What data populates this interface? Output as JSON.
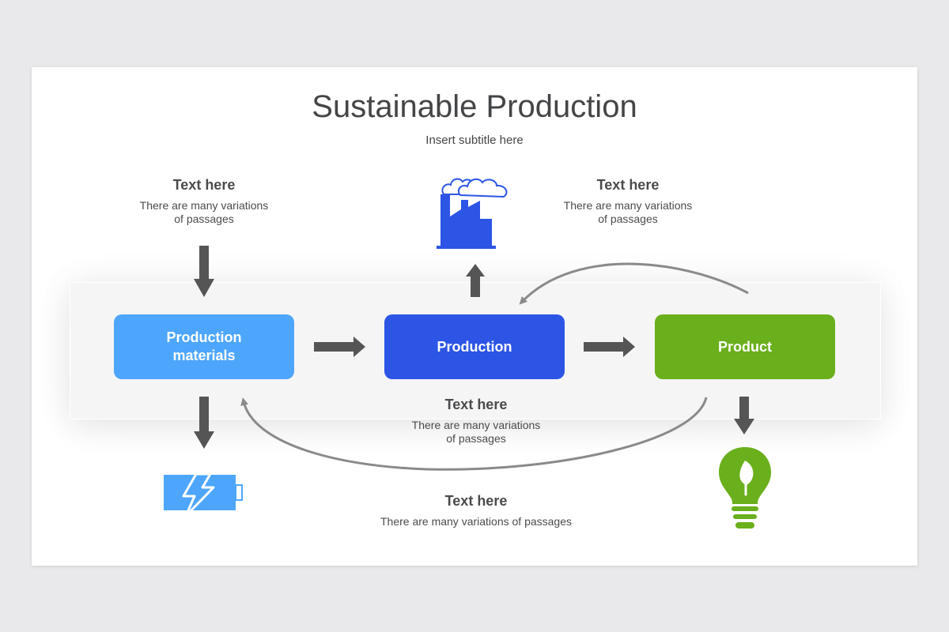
{
  "title": "Sustainable Production",
  "subtitle": "Insert subtitle here",
  "boxes": {
    "materials": "Production materials",
    "production": "Production",
    "product": "Product"
  },
  "blocks": {
    "top_left": {
      "heading": "Text here",
      "text": "There are many variations of passages"
    },
    "top_right": {
      "heading": "Text here",
      "text": "There are many variations of passages"
    },
    "middle": {
      "heading": "Text here",
      "text": "There are many variations of passages"
    },
    "bottom": {
      "heading": "Text here",
      "text": "There are many variations of passages"
    }
  },
  "colors": {
    "materials": "#4da6fb",
    "production": "#2c55e6",
    "product": "#6aaf1c",
    "arrow": "#555556",
    "curve": "#8a8a8a"
  },
  "icons": {
    "factory": "factory-icon",
    "battery": "battery-charging-icon",
    "bulb": "eco-lightbulb-icon"
  }
}
